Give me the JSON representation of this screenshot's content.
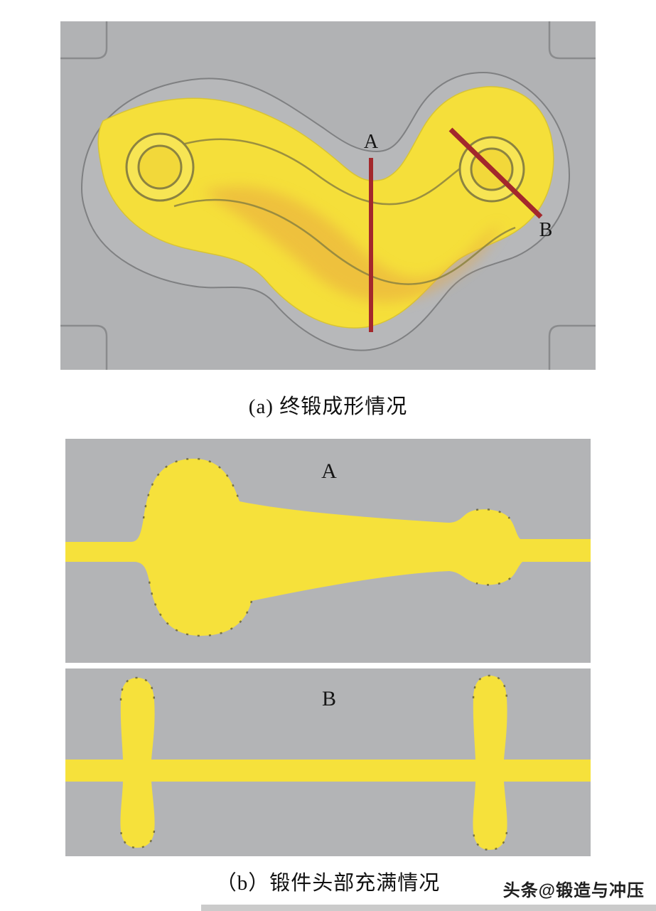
{
  "panel_a": {
    "caption": "(a) 终锻成形情况",
    "section_line_a_label": "A",
    "section_line_b_label": "B",
    "colors": {
      "die_gray": "#b1b2b4",
      "cavity_gray": "#b7b8ba",
      "forging_yellow": "#f5df3a",
      "shading_orange": "#e9a93f",
      "section_line_red": "#a3282c"
    }
  },
  "panel_b": {
    "section_a_label": "A",
    "section_b_label": "B",
    "caption": "（b）锻件头部充满情况",
    "colors": {
      "die_gray": "#b3b4b6",
      "forging_yellow": "#f6e13b"
    }
  },
  "watermark": {
    "text": "头条@锻造与冲压"
  }
}
